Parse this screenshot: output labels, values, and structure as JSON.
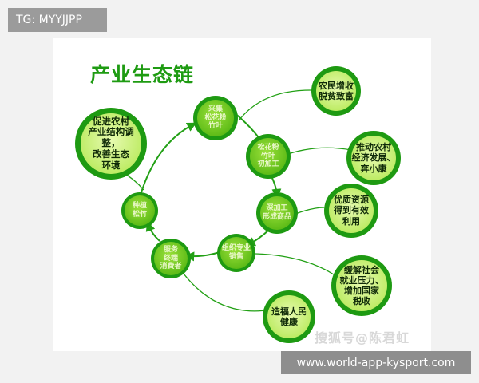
{
  "tag": "TG: MYYJJPP",
  "title": "产业生态链",
  "watermark": "搜狐号@陈君虹",
  "url": "www.world-app-kysport.com",
  "colors": {
    "dark_green": "#1e9a12",
    "light_green": "#7fd321",
    "pale_green": "#c9ef7a"
  },
  "cycle_nodes": [
    {
      "id": "c1",
      "label": "种植\n松竹"
    },
    {
      "id": "c2",
      "label": "采集\n松花粉\n竹叶"
    },
    {
      "id": "c3",
      "label": "松花粉\n竹叶\n初加工"
    },
    {
      "id": "c4",
      "label": "深加工\n形成商品"
    },
    {
      "id": "c5",
      "label": "组织专业\n销售"
    },
    {
      "id": "c6",
      "label": "服务\n终端\n消费者"
    }
  ],
  "outcome_nodes": [
    {
      "id": "o1",
      "label": "促进农村\n产业结构调整，\n改善生态\n环境"
    },
    {
      "id": "o2",
      "label": "农民增收\n脱贫致富"
    },
    {
      "id": "o3",
      "label": "推动农村\n经济发展、\n奔小康"
    },
    {
      "id": "o4",
      "label": "优质资源\n得到有效\n利用"
    },
    {
      "id": "o5",
      "label": "缓解社会\n就业压力、\n增加国家\n税收"
    },
    {
      "id": "o6",
      "label": "造福人民\n健康"
    }
  ]
}
